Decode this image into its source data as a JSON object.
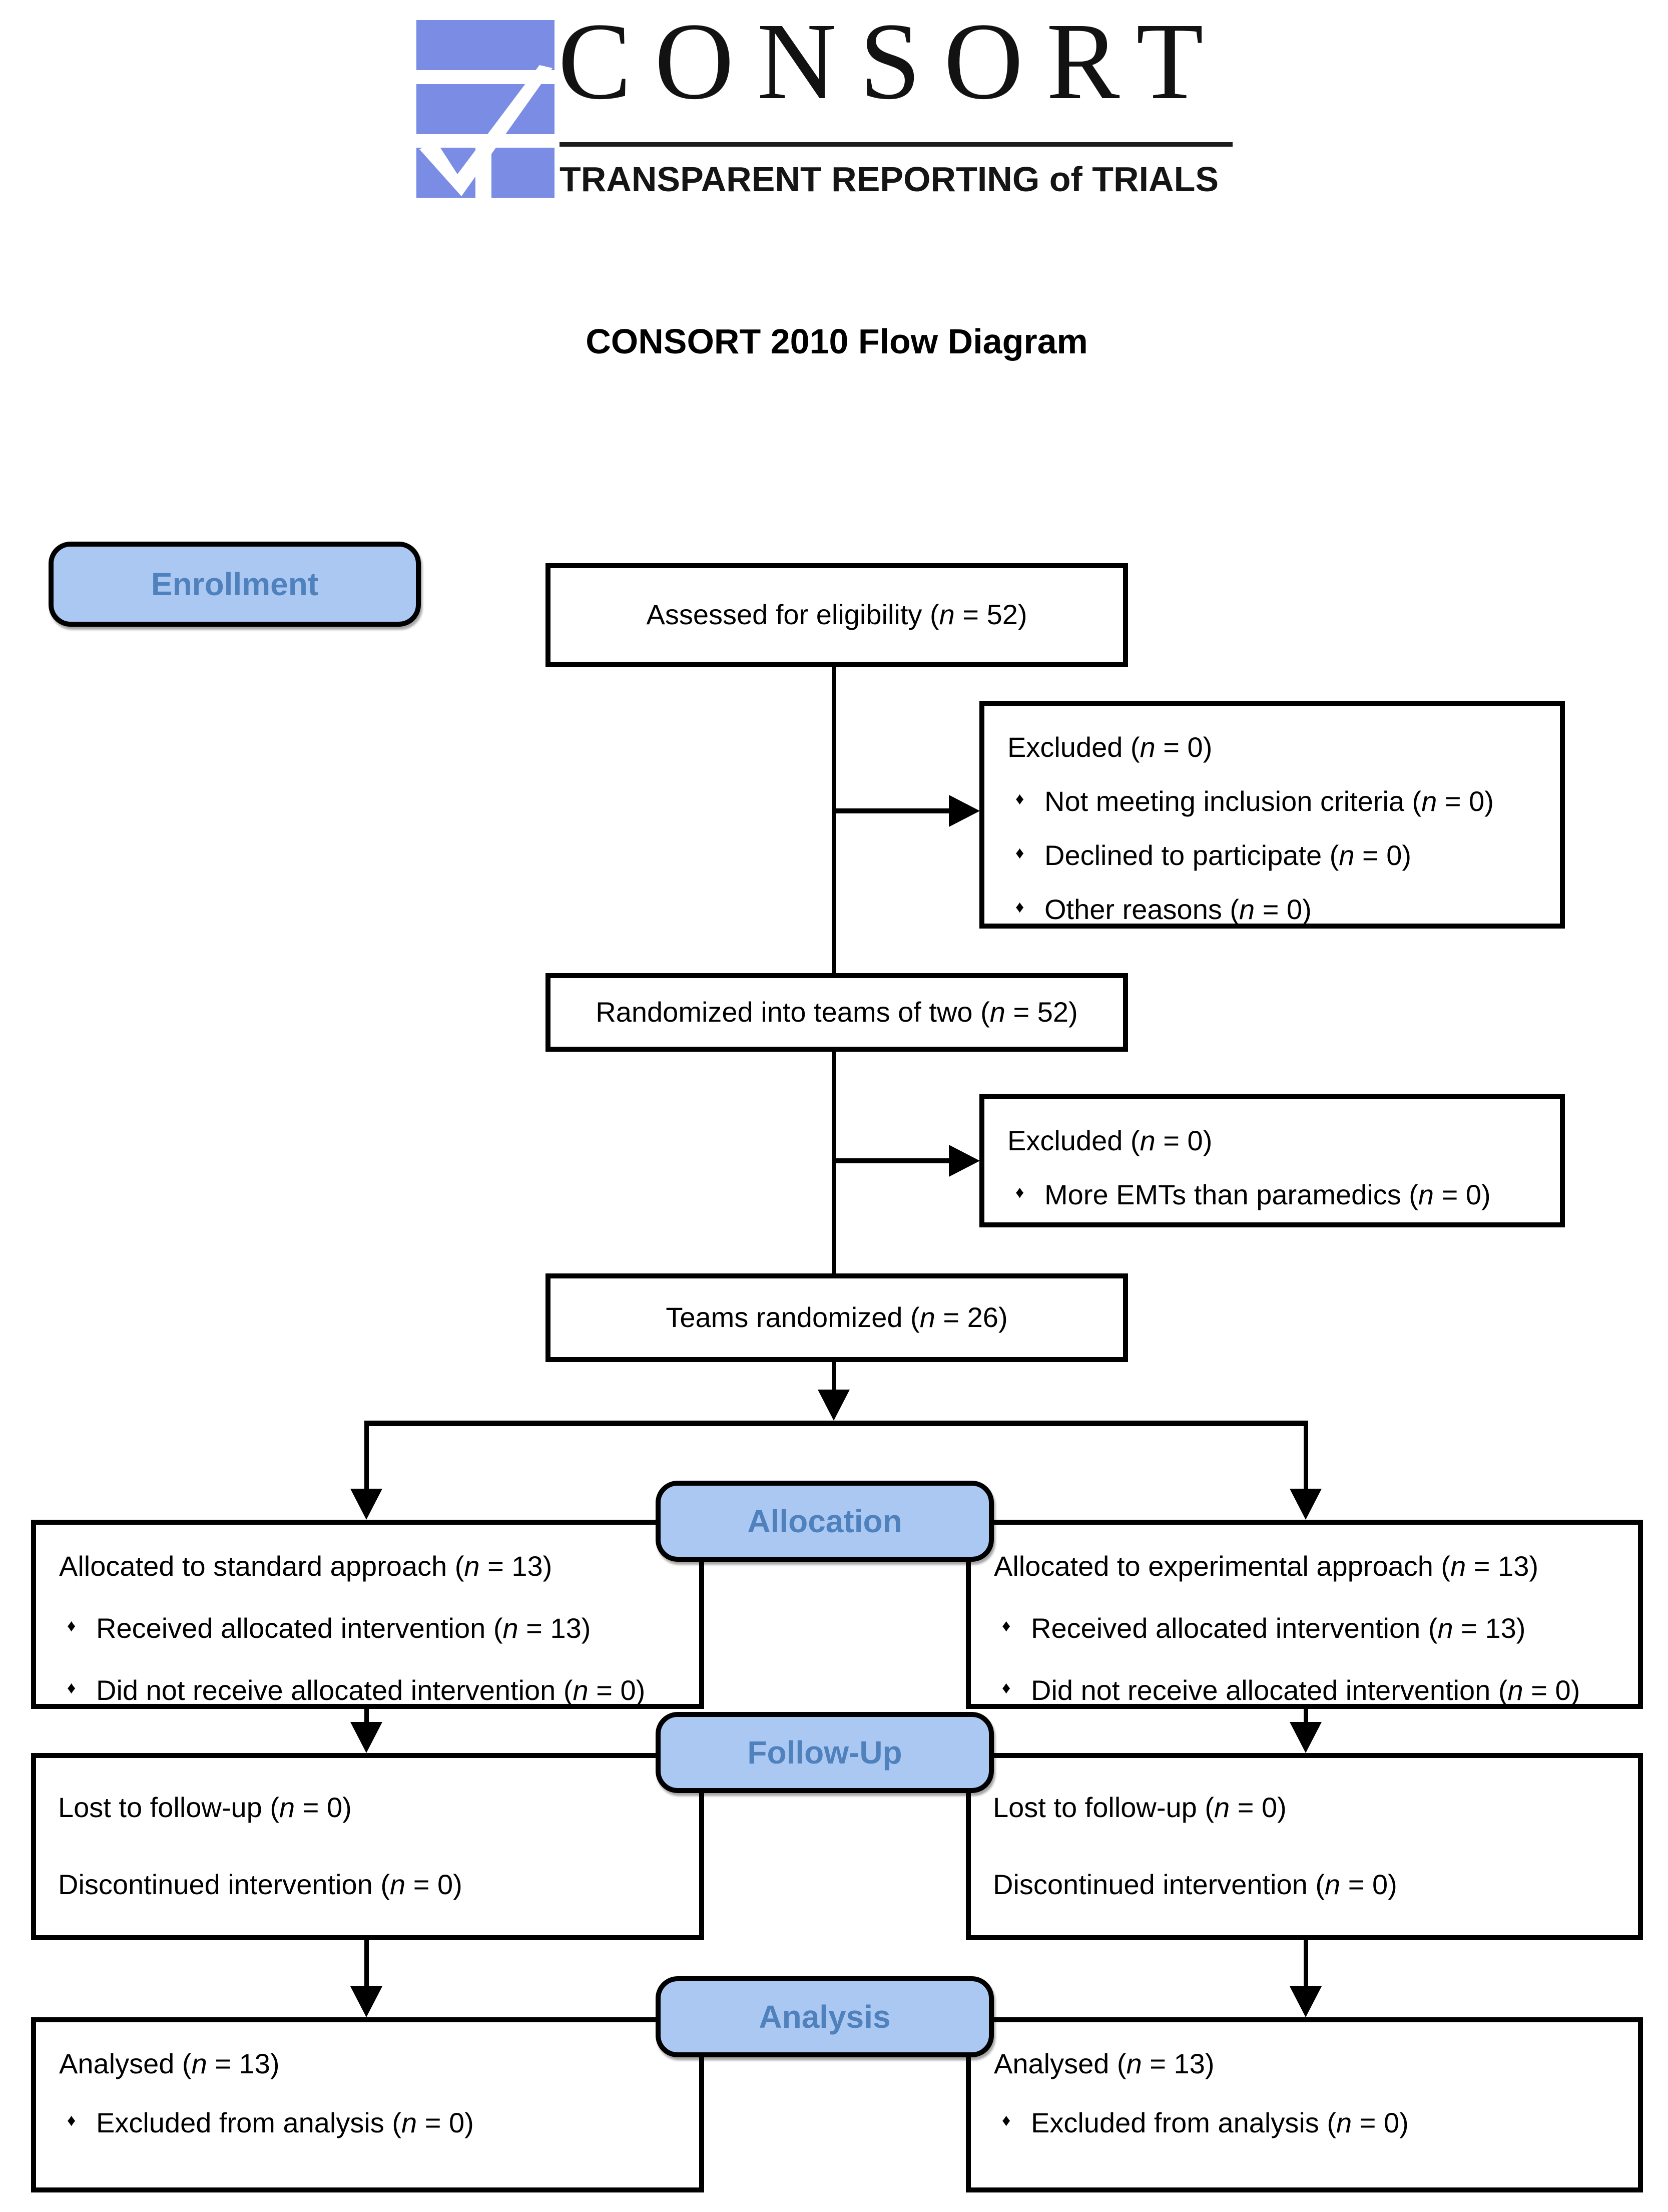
{
  "logo": {
    "wordmark": "CONSORT",
    "tagline": "TRANSPARENT REPORTING of TRIALS",
    "mark_color": "#7a8ce4"
  },
  "title": "CONSORT 2010 Flow Diagram",
  "colors": {
    "stage_fill": "#abc8f3",
    "stage_text": "#4f81bd",
    "line": "#000000"
  },
  "stages": {
    "enrollment": "Enrollment",
    "allocation": "Allocation",
    "follow_up": "Follow-Up",
    "analysis": "Analysis"
  },
  "flow": {
    "assessed": {
      "text": "Assessed for eligibility (n = 52)"
    },
    "excluded_enrollment": {
      "title": "Excluded (n = 0)",
      "items": [
        "Not meeting inclusion criteria (n = 0)",
        "Declined to participate (n = 0)",
        "Other reasons (n = 0)"
      ]
    },
    "randomized": {
      "text": "Randomized into teams of two (n = 52)"
    },
    "excluded_randomization": {
      "title": "Excluded (n = 0)",
      "items": [
        "More EMTs than paramedics (n = 0)"
      ]
    },
    "teams": {
      "text": "Teams randomized (n = 26)"
    },
    "allocation_left": {
      "title": "Allocated to standard approach (n = 13)",
      "items": [
        "Received allocated intervention (n = 13)",
        "Did not receive allocated intervention (n = 0)"
      ]
    },
    "allocation_right": {
      "title": "Allocated to experimental approach (n = 13)",
      "items": [
        "Received allocated intervention (n = 13)",
        "Did not receive allocated intervention (n = 0)"
      ]
    },
    "followup_left": {
      "lines": [
        "Lost to follow-up (n = 0)",
        "Discontinued intervention (n = 0)"
      ]
    },
    "followup_right": {
      "lines": [
        "Lost to follow-up (n = 0)",
        "Discontinued intervention (n = 0)"
      ]
    },
    "analysis_left": {
      "title": "Analysed (n = 13)",
      "items": [
        "Excluded from analysis (n = 0)"
      ]
    },
    "analysis_right": {
      "title": "Analysed (n = 13)",
      "items": [
        "Excluded from analysis (n = 0)"
      ]
    }
  }
}
